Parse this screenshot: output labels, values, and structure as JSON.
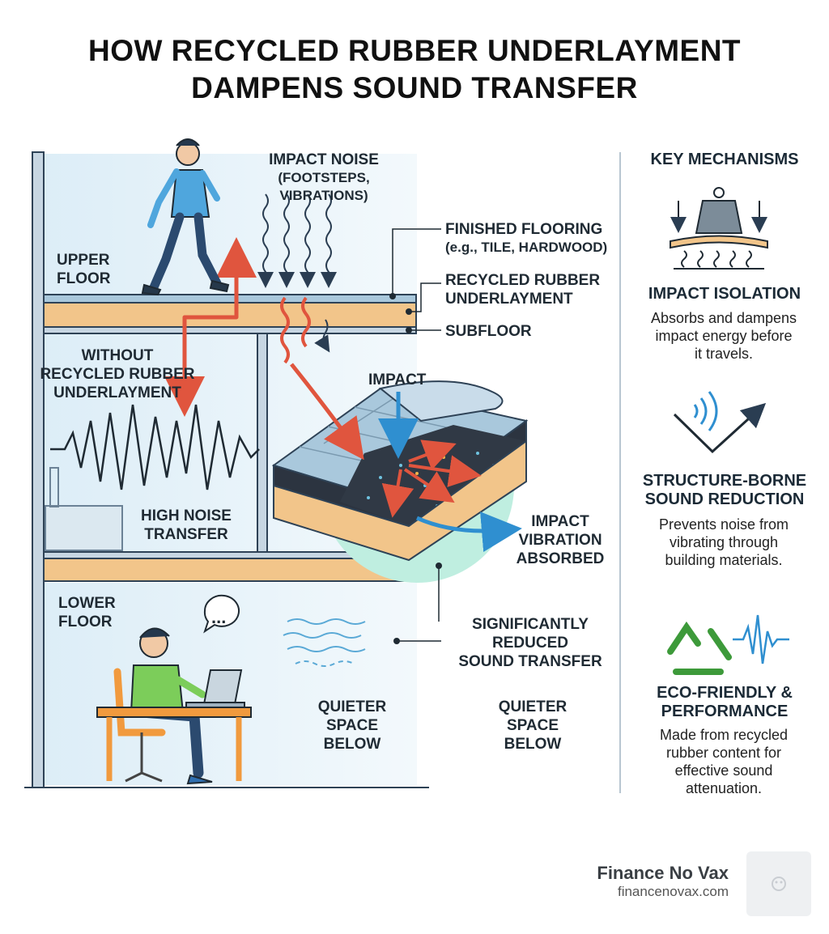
{
  "title": {
    "line1": "HOW RECYCLED RUBBER UNDERLAYMENT",
    "line2": "DAMPENS SOUND TRANSFER"
  },
  "labels": {
    "impact_noise_1": "IMPACT NOISE",
    "impact_noise_2": "(FOOTSTEPS, VIBRATIONS)",
    "upper_floor_1": "UPPER",
    "upper_floor_2": "FLOOR",
    "finished_flooring_1": "FINISHED FLOORING",
    "finished_flooring_2": "(e.g., TILE, HARDWOOD)",
    "rubber_underlayment_1": "RECYCLED RUBBER",
    "rubber_underlayment_2": "UNDERLAYMENT",
    "subfloor": "SUBFLOOR",
    "without_1": "WITHOUT",
    "without_2": "RECYCLED RUBBER",
    "without_3": "UNDERLAYMENT",
    "impact": "IMPACT",
    "high_noise_1": "HIGH NOISE",
    "high_noise_2": "TRANSFER",
    "absorbed_1": "IMPACT",
    "absorbed_2": "VIBRATION",
    "absorbed_3": "ABSORBED",
    "lower_floor_1": "LOWER",
    "lower_floor_2": "FLOOR",
    "reduced_1": "SIGNIFICANTLY",
    "reduced_2": "REDUCED",
    "reduced_3": "SOUND TRANSFER",
    "quieter_a_1": "QUIETER",
    "quieter_a_2": "SPACE",
    "quieter_a_3": "BELOW",
    "quieter_b_1": "QUIETER",
    "quieter_b_2": "SPACE",
    "quieter_b_3": "BELOW",
    "speech_bubble": "..."
  },
  "sidebar": {
    "heading": "KEY MECHANISMS",
    "items": [
      {
        "icon": "weight-on-spring-icon",
        "title_1": "IMPACT ISOLATION",
        "title_2": "",
        "desc_1": "Absorbs and dampens",
        "desc_2": "impact energy before",
        "desc_3": "it travels.",
        "desc_4": ""
      },
      {
        "icon": "sound-reflection-icon",
        "title_1": "STRUCTURE-BORNE",
        "title_2": "SOUND REDUCTION",
        "desc_1": "Prevents noise from",
        "desc_2": "vibrating through",
        "desc_3": "building materials.",
        "desc_4": ""
      },
      {
        "icon": "recycle-icon",
        "title_1": "ECO-FRIENDLY &",
        "title_2": "PERFORMANCE",
        "desc_1": "Made from recycled",
        "desc_2": "rubber content for",
        "desc_3": "effective sound",
        "desc_4": "attenuation."
      }
    ]
  },
  "brand": {
    "name": "Finance No Vax",
    "url": "financenovax.com"
  },
  "colors": {
    "wood": "#f2c58a",
    "tile": "#a9c8dc",
    "accent_red": "#e0553e",
    "accent_blue": "#2f8fd0",
    "mint": "#bfeee0",
    "wall": "#e9f4fa"
  }
}
